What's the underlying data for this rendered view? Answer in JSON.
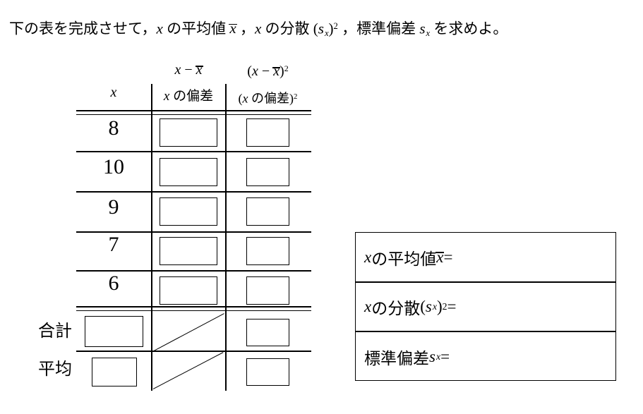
{
  "page": {
    "background": "#ffffff",
    "ink": "#000000"
  },
  "title": {
    "parts": [
      "下の表を完成させて，",
      "x",
      " の平均値 ",
      "x",
      " ，",
      "x",
      " の分散 ",
      "(",
      "s",
      "x",
      ")",
      "2",
      " ，標準偏差 ",
      "s",
      "x",
      " を求めよ。"
    ]
  },
  "table": {
    "header": {
      "col1": "x",
      "dev_formula": [
        "x",
        " − ",
        "x"
      ],
      "dev_label": [
        "x",
        " の偏差"
      ],
      "sq_formula": [
        "(",
        "x",
        " − ",
        "x",
        ")",
        "2"
      ],
      "sq_label": [
        "(",
        "x",
        " の偏差",
        ")",
        "2"
      ]
    },
    "x_values": [
      "8",
      "10",
      "9",
      "7",
      "6"
    ],
    "total_label": "合計",
    "mean_label": "平均"
  },
  "answers": {
    "mean_parts": [
      "x",
      " の平均値 ",
      "x",
      " ="
    ],
    "variance_parts": [
      "x",
      " の分散 ",
      "(",
      "s",
      "x",
      ")",
      "2",
      " ="
    ],
    "stddev_parts": [
      "標準偏差 ",
      "s",
      "x",
      " ="
    ]
  }
}
